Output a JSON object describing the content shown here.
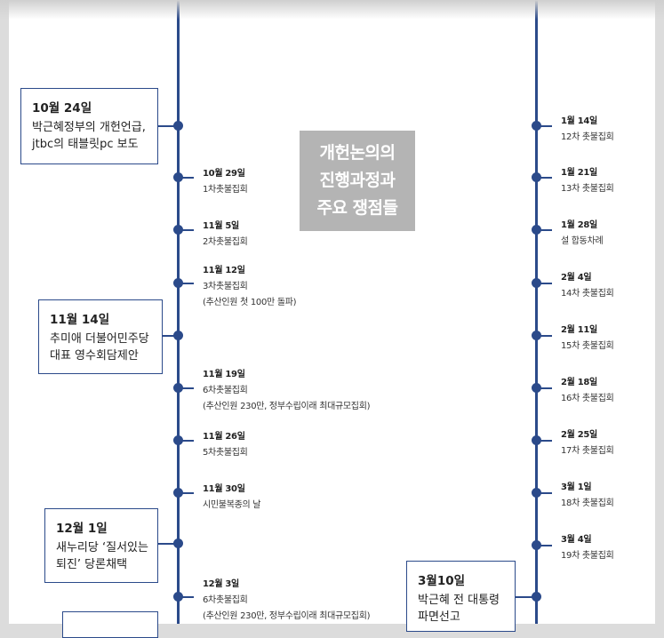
{
  "title": {
    "line1": "개헌논의의",
    "line2": "진행과정과",
    "line3": "주요 쟁점들"
  },
  "left_boxes": [
    {
      "date": "10월 24일",
      "line1": "박근혜정부의 개헌언급,",
      "line2": "jtbc의 태블릿pc 보도"
    },
    {
      "date": "11월 14일",
      "line1": "추미애 더불어민주당",
      "line2": "대표 영수회담제안"
    },
    {
      "date": "12월 1일",
      "line1": "새누리당 ‘질서있는",
      "line2": "퇴진’ 당론채택"
    }
  ],
  "left_events": [
    {
      "date": "10월 29일",
      "label": "1차촛불집회",
      "note": ""
    },
    {
      "date": "11월 5일",
      "label": "2차촛불집회",
      "note": ""
    },
    {
      "date": "11월 12일",
      "label": "3차촛불집회",
      "note": "(추산인원 첫 100만 돌파)"
    },
    {
      "date": "11월 19일",
      "label": "6차촛불집회",
      "note": "(추산인원 230만, 정부수립이래 최대규모집회)"
    },
    {
      "date": "11월 26일",
      "label": "5차촛불집회",
      "note": ""
    },
    {
      "date": "11월 30일",
      "label": "시민불복종의 날",
      "note": ""
    },
    {
      "date": "12월 3일",
      "label": "6차촛불집회",
      "note": "(추산인원 230만, 정부수립이래 최대규모집회)"
    }
  ],
  "right_events": [
    {
      "date": "1월 14일",
      "label": "12차 촛불집회"
    },
    {
      "date": "1월 21일",
      "label": "13차 촛불집회"
    },
    {
      "date": "1월 28일",
      "label": "설 합동차례"
    },
    {
      "date": "2월 4일",
      "label": "14차 촛불집회"
    },
    {
      "date": "2월 11일",
      "label": "15차 촛불집회"
    },
    {
      "date": "2월 18일",
      "label": "16차 촛불집회"
    },
    {
      "date": "2월 25일",
      "label": "17차 촛불집회"
    },
    {
      "date": "3월 1일",
      "label": "18차 촛불집회"
    },
    {
      "date": "3월 4일",
      "label": "19차 촛불집회"
    }
  ],
  "right_box": {
    "date": "3월10일",
    "line1": "박근혜 전 대통령",
    "line2": "파면선고"
  },
  "colors": {
    "axis": "#2b4a8a",
    "title_bg": "#b4b4b4",
    "page_bg": "#ffffff",
    "margin_bg": "#dcdcdc"
  }
}
